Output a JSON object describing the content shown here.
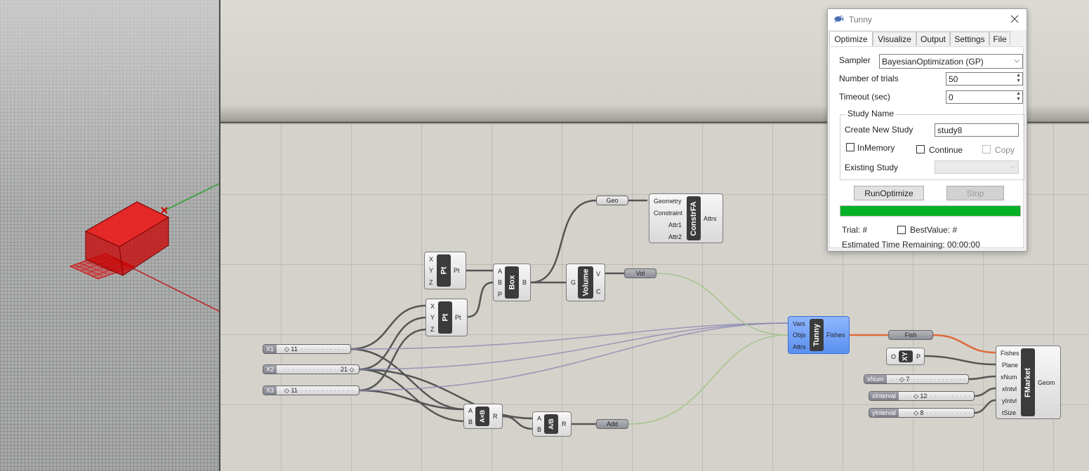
{
  "colors": {
    "canvas_bg": "#d5d2cb",
    "wire": "#555555",
    "wire_purple": "#8c89b5",
    "wire_green": "#a6c48f",
    "wire_orange": "#e06a3a",
    "tunny_selected": "#6fa0f5",
    "progress": "#06b025"
  },
  "tunny": {
    "title": "Tunny",
    "close_icon": "close-icon",
    "tabs": [
      "Optimize",
      "Visualize",
      "Output",
      "Settings",
      "File"
    ],
    "sampler_label": "Sampler",
    "sampler_value": "BayesianOptimization (GP)",
    "trials_label": "Number of trials",
    "trials_value": "50",
    "timeout_label": "Timeout (sec)",
    "timeout_value": "0",
    "study_group": "Study Name",
    "create_label": "Create New Study",
    "create_value": "study8",
    "inmemory_label": "InMemory",
    "continue_label": "Continue",
    "copy_label": "Copy",
    "existing_label": "Existing Study",
    "run_button": "RunOptimize",
    "stop_button": "Stop",
    "progress": 1.0,
    "trial_label": "Trial: #",
    "best_label": "BestValue: #",
    "eta_label": "Estimated Time Remaining: 00:00:00"
  },
  "canvas": {
    "pt1": {
      "name": "Pt",
      "inputs": [
        "X",
        "Y",
        "Z"
      ],
      "output": "Pt"
    },
    "pt2": {
      "name": "Pt",
      "inputs": [
        "X",
        "Y",
        "Z"
      ],
      "output": "Pt"
    },
    "box": {
      "name": "Box",
      "inputs": [
        "A",
        "B",
        "P"
      ],
      "output": "B"
    },
    "volume": {
      "name": "Volume",
      "inputs": [
        "G"
      ],
      "outputs": [
        "V",
        "C"
      ]
    },
    "geo": "Geo",
    "vol": "Vol",
    "constrfa": {
      "name": "ConstrFA",
      "inputs": [
        "Geometry",
        "Constraint",
        "Attr1",
        "Attr2"
      ],
      "output": "Attrs"
    },
    "sliders": [
      {
        "label": "X1",
        "value": "11"
      },
      {
        "label": "X2",
        "value": "21"
      },
      {
        "label": "X3",
        "value": "11"
      }
    ],
    "mult": {
      "name": "A×B",
      "inputs": [
        "A",
        "B"
      ],
      "output": "R"
    },
    "div": {
      "name": "A/B",
      "inputs": [
        "A",
        "B"
      ],
      "output": "R"
    },
    "add": "Add",
    "tunny_comp": {
      "name": "Tunny",
      "inputs": [
        "Vars",
        "Objs",
        "Attrs"
      ],
      "output": "Fishes"
    },
    "fish": "Fish",
    "xy": {
      "name": "XY",
      "input": "O",
      "output": "P"
    },
    "right_sliders": [
      {
        "label": "xNum",
        "value": "7"
      },
      {
        "label": "xInterval",
        "value": "12"
      },
      {
        "label": "yInterval",
        "value": "8"
      }
    ],
    "fmarket": {
      "name": "FMarket",
      "inputs": [
        "Fishes",
        "Plane",
        "xNum",
        "xIntvl",
        "yIntvl",
        "tSize"
      ],
      "output": "Geom"
    }
  }
}
